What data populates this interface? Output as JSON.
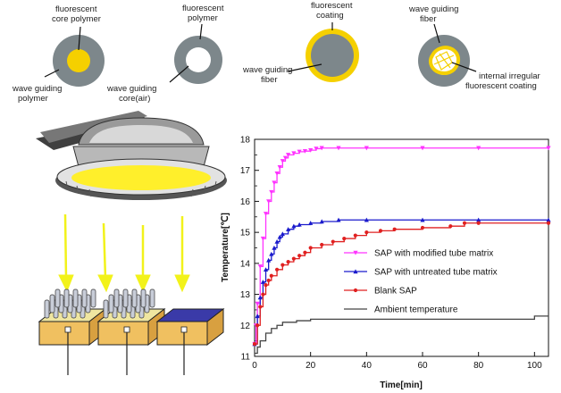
{
  "fibers": {
    "a": {
      "label_top": [
        "fluorescent",
        "core polymer"
      ],
      "label_bottom": [
        "wave guiding",
        "polymer"
      ]
    },
    "b": {
      "label_top": [
        "fluorescent",
        "polymer"
      ],
      "label_bottom": [
        "wave guiding",
        "core(air)"
      ]
    },
    "c": {
      "label_top": [
        "fluorescent",
        "coating"
      ],
      "label_bottom": [
        "wave guiding",
        "fiber"
      ]
    },
    "d": {
      "label_top": [
        "wave guiding",
        "fiber"
      ],
      "label_bottom": [
        "internal irregular",
        "fluorescent coating"
      ]
    }
  },
  "colors": {
    "fiber_gray": "#7d878b",
    "fluor_yellow": "#f5d000",
    "arrow_yellow": "#f2f21a",
    "lamp_yellow": "#ffef2b",
    "magenta": "#ff33ff",
    "blue": "#1a1acc",
    "red": "#e02020",
    "ambient": "#444444"
  },
  "chart_data": {
    "type": "line",
    "xlabel": "Time[min]",
    "ylabel": "Temperature[℃]",
    "xlim": [
      0,
      105
    ],
    "ylim": [
      11,
      18
    ],
    "xticks": [
      0,
      20,
      40,
      60,
      80,
      100
    ],
    "yticks": [
      11,
      12,
      13,
      14,
      15,
      16,
      17,
      18
    ],
    "grid": false,
    "legend_position": "bottom-right",
    "series": [
      {
        "name": "SAP with modified tube matrix",
        "marker": "triangle-down",
        "x": [
          0,
          0.5,
          1,
          2,
          3,
          4,
          5,
          6,
          7,
          8,
          9,
          10,
          11,
          12,
          14,
          16,
          18,
          20,
          22,
          24,
          30,
          40,
          60,
          80,
          105
        ],
        "y": [
          11.4,
          12.0,
          12.7,
          13.9,
          14.8,
          15.6,
          16.0,
          16.3,
          16.6,
          16.9,
          17.1,
          17.3,
          17.4,
          17.5,
          17.55,
          17.6,
          17.62,
          17.65,
          17.7,
          17.72,
          17.72,
          17.72,
          17.72,
          17.72,
          17.72
        ]
      },
      {
        "name": "SAP with untreated tube matrix",
        "marker": "triangle-up",
        "x": [
          0,
          1,
          2,
          3,
          4,
          5,
          6,
          7,
          8,
          9,
          10,
          12,
          14,
          16,
          20,
          24,
          30,
          40,
          60,
          80,
          105
        ],
        "y": [
          11.4,
          12.3,
          12.9,
          13.4,
          13.8,
          14.1,
          14.3,
          14.5,
          14.7,
          14.85,
          14.95,
          15.1,
          15.2,
          15.25,
          15.3,
          15.35,
          15.4,
          15.4,
          15.4,
          15.4,
          15.4
        ]
      },
      {
        "name": "Blank SAP",
        "marker": "circle",
        "x": [
          0,
          1,
          2,
          3,
          4,
          5,
          6,
          8,
          10,
          12,
          14,
          16,
          18,
          20,
          24,
          28,
          32,
          36,
          40,
          45,
          50,
          60,
          70,
          75,
          80,
          105
        ],
        "y": [
          11.4,
          12.0,
          12.6,
          13.0,
          13.3,
          13.45,
          13.6,
          13.8,
          13.95,
          14.05,
          14.15,
          14.25,
          14.35,
          14.5,
          14.6,
          14.7,
          14.8,
          14.9,
          15.0,
          15.05,
          15.1,
          15.15,
          15.2,
          15.3,
          15.3,
          15.3
        ]
      },
      {
        "name": "Ambient temperature",
        "marker": "none",
        "x": [
          0,
          1,
          2,
          4,
          6,
          8,
          10,
          15,
          20,
          30,
          40,
          60,
          80,
          100,
          105
        ],
        "y": [
          11.1,
          11.3,
          11.5,
          11.75,
          11.9,
          12.0,
          12.1,
          12.15,
          12.2,
          12.2,
          12.2,
          12.2,
          12.2,
          12.3,
          12.3
        ]
      }
    ]
  }
}
